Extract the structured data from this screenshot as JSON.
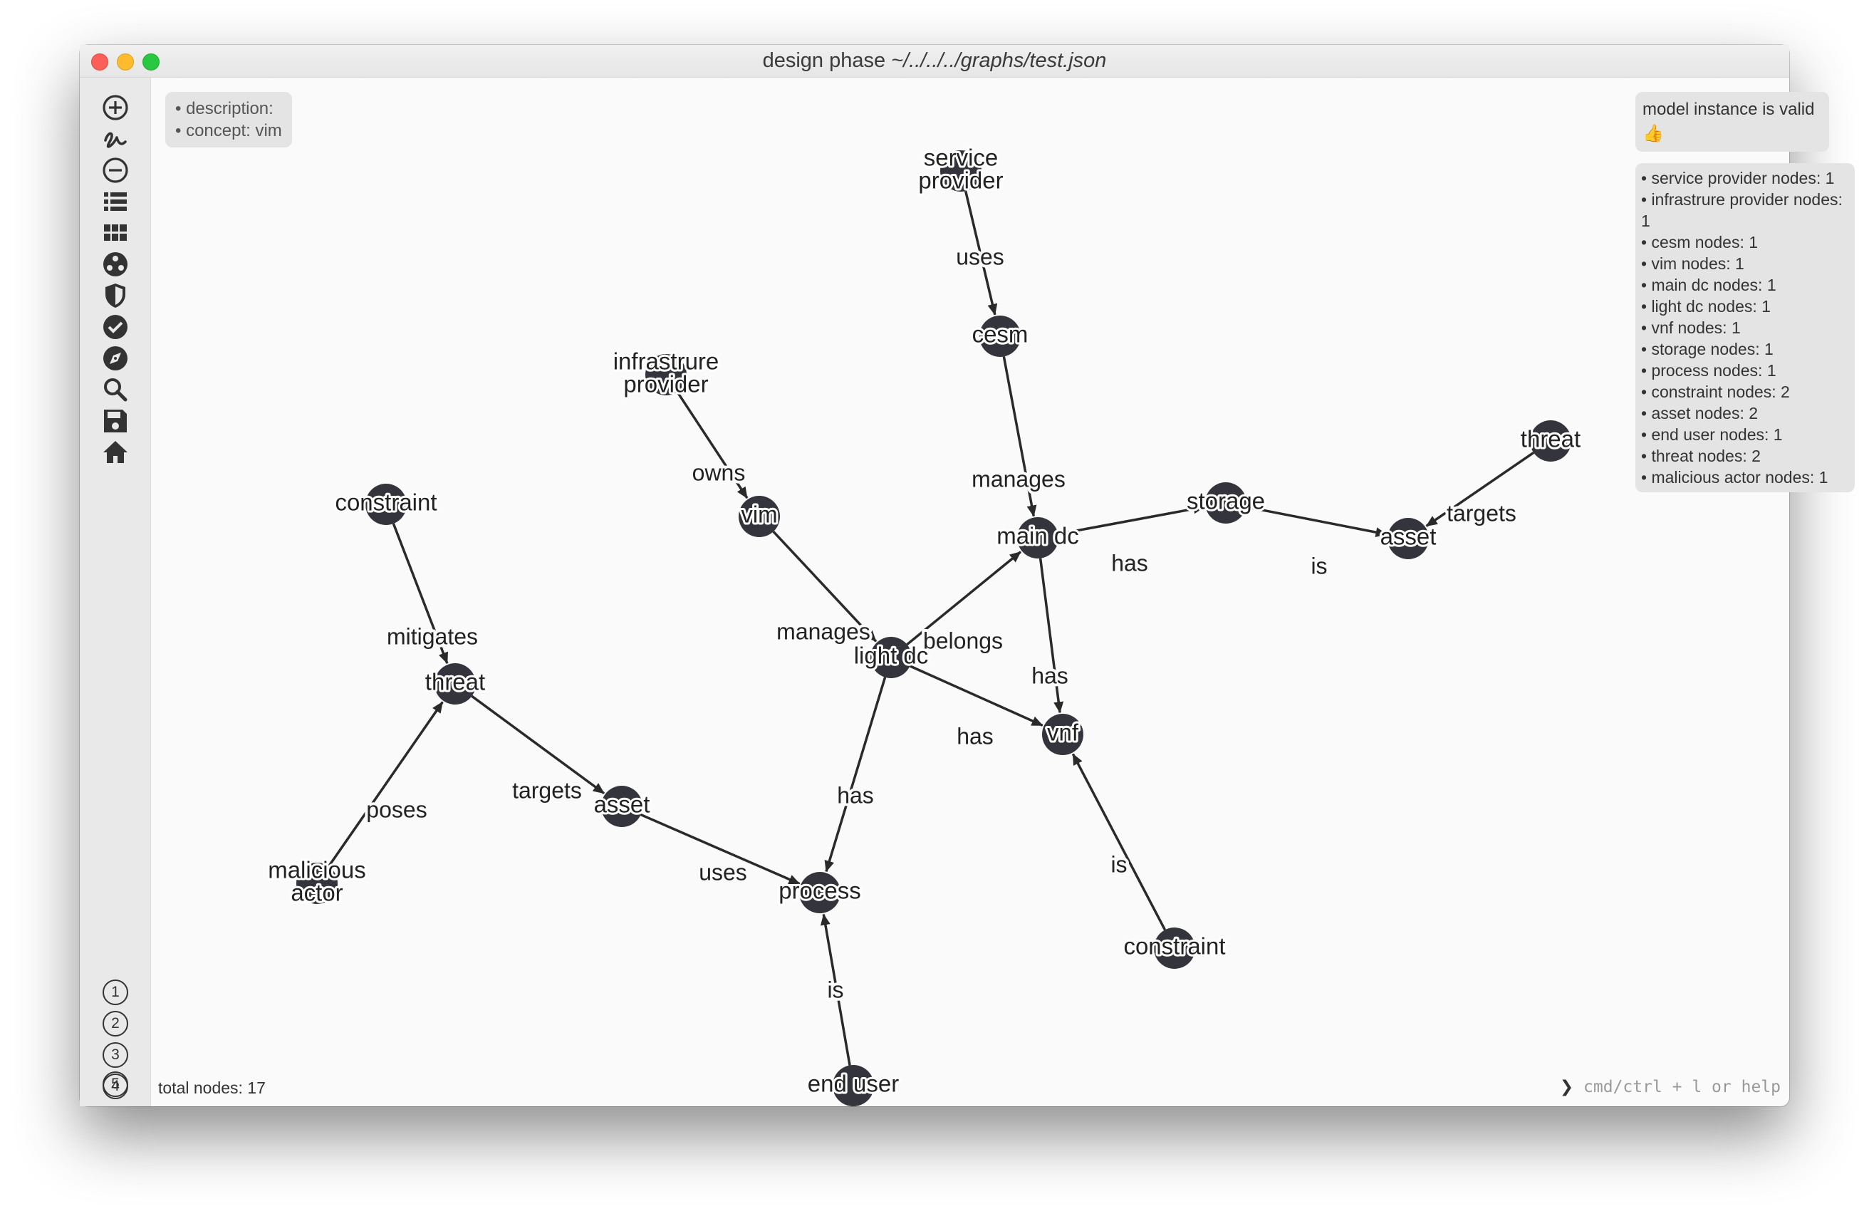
{
  "window": {
    "title_main": "design phase ",
    "title_path": "~/../../../graphs/test.json"
  },
  "sidebar": {
    "tools": [
      {
        "name": "add-node-icon"
      },
      {
        "name": "draw-edge-icon"
      },
      {
        "name": "remove-icon"
      },
      {
        "name": "list-view-icon"
      },
      {
        "name": "grid-view-icon"
      },
      {
        "name": "community-icon"
      },
      {
        "name": "shield-icon"
      },
      {
        "name": "check-icon"
      },
      {
        "name": "compass-icon"
      },
      {
        "name": "search-icon"
      },
      {
        "name": "save-icon"
      },
      {
        "name": "home-icon"
      }
    ],
    "numbers": [
      "1",
      "2",
      "3",
      "4",
      "5"
    ]
  },
  "info": {
    "description": "• description:",
    "concept": "• concept: vim"
  },
  "validity": {
    "message": "model instance is valid",
    "emoji": "👍"
  },
  "counts": [
    "• service provider nodes: 1",
    "• infrastrure provider nodes: 1",
    "• cesm nodes: 1",
    "• vim nodes: 1",
    "• main dc nodes: 1",
    "• light dc nodes: 1",
    "• vnf nodes: 1",
    "• storage nodes: 1",
    "• process nodes: 1",
    "• constraint nodes: 2",
    "• asset nodes: 2",
    "• end user nodes: 1",
    "• threat nodes: 2",
    "• malicious actor nodes: 1"
  ],
  "footer": {
    "total": "total nodes: 17",
    "help": "cmd/ctrl + l or help"
  },
  "graph": {
    "nodes": [
      {
        "id": "sp",
        "label": [
          "service",
          "provider"
        ]
      },
      {
        "id": "cesm",
        "label": [
          "cesm"
        ]
      },
      {
        "id": "ip",
        "label": [
          "infrastrure",
          "provider"
        ]
      },
      {
        "id": "vim",
        "label": [
          "vim"
        ]
      },
      {
        "id": "maindc",
        "label": [
          "main dc"
        ]
      },
      {
        "id": "storage",
        "label": [
          "storage"
        ]
      },
      {
        "id": "asset1",
        "label": [
          "asset"
        ]
      },
      {
        "id": "threat1",
        "label": [
          "threat"
        ]
      },
      {
        "id": "constraint1",
        "label": [
          "constraint"
        ]
      },
      {
        "id": "threat2",
        "label": [
          "threat"
        ]
      },
      {
        "id": "lightdc",
        "label": [
          "light dc"
        ]
      },
      {
        "id": "vnf",
        "label": [
          "vnf"
        ]
      },
      {
        "id": "malicious",
        "label": [
          "malicious",
          "actor"
        ]
      },
      {
        "id": "asset2",
        "label": [
          "asset"
        ]
      },
      {
        "id": "process",
        "label": [
          "process"
        ]
      },
      {
        "id": "constraint2",
        "label": [
          "constraint"
        ]
      },
      {
        "id": "enduser",
        "label": [
          "end user"
        ]
      }
    ],
    "edges": [
      {
        "from": "sp",
        "to": "cesm",
        "label": "uses"
      },
      {
        "from": "cesm",
        "to": "maindc",
        "label": "manages"
      },
      {
        "from": "ip",
        "to": "vim",
        "label": "owns"
      },
      {
        "from": "vim",
        "to": "lightdc",
        "label": "manages"
      },
      {
        "from": "lightdc",
        "to": "maindc",
        "label": "belongs"
      },
      {
        "from": "maindc",
        "to": "storage",
        "label": "has"
      },
      {
        "from": "storage",
        "to": "asset1",
        "label": "is"
      },
      {
        "from": "threat1",
        "to": "asset1",
        "label": "targets"
      },
      {
        "from": "maindc",
        "to": "vnf",
        "label": "has"
      },
      {
        "from": "lightdc",
        "to": "vnf",
        "label": "has"
      },
      {
        "from": "constraint2",
        "to": "vnf",
        "label": "is"
      },
      {
        "from": "lightdc",
        "to": "process",
        "label": "has"
      },
      {
        "from": "constraint1",
        "to": "threat2",
        "label": "mitigates"
      },
      {
        "from": "malicious",
        "to": "threat2",
        "label": "poses"
      },
      {
        "from": "threat2",
        "to": "asset2",
        "label": "targets"
      },
      {
        "from": "asset2",
        "to": "process",
        "label": "uses"
      },
      {
        "from": "enduser",
        "to": "process",
        "label": "is"
      }
    ]
  },
  "colors": {
    "node_fill": "#34343c",
    "edge": "#2a2a2a"
  }
}
